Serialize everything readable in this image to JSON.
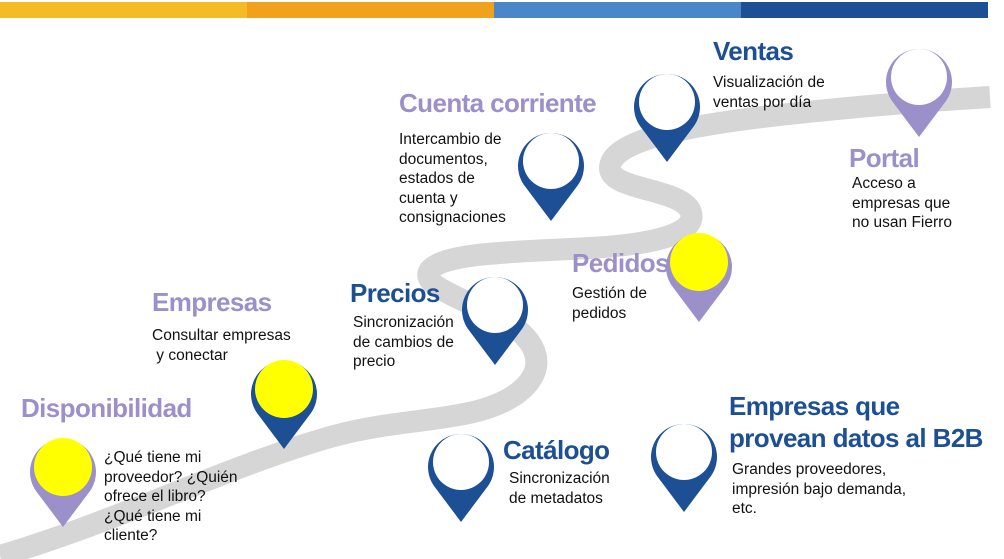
{
  "colors": {
    "bars": [
      "#f5bb26",
      "#f0a21c",
      "#4a86c8",
      "#1d4f94"
    ],
    "road": "#d6d6d6",
    "pin_dark": "#1d4f94",
    "pin_light": "#9b90c9",
    "pin_fill": "#ffff00"
  },
  "milestones": {
    "disponibilidad": {
      "title": "Disponibilidad",
      "desc": "¿Qué tiene mi\nproveedor? ¿Quién\nofrece el libro?\n¿Qué tiene mi\ncliente?"
    },
    "empresas": {
      "title": "Empresas",
      "desc": "Consultar empresas\n y conectar"
    },
    "precios": {
      "title": "Precios",
      "desc": "Sincronización\nde cambios de\nprecio"
    },
    "catalogo": {
      "title": "Catálogo",
      "desc": "Sincronización\nde metadatos"
    },
    "cuenta": {
      "title": "Cuenta corriente",
      "desc": "Intercambio de\ndocumentos,\nestados de\ncuenta y\nconsignaciones"
    },
    "pedidos": {
      "title": "Pedidos",
      "desc": "Gestión de\npedidos"
    },
    "ventas": {
      "title": "Ventas",
      "desc": "Visualización de\nventas por día"
    },
    "portal": {
      "title": "Portal",
      "desc": "Acceso a\nempresas que\nno usan Fierro"
    },
    "b2b": {
      "title": "Empresas que\nprovean datos al B2B",
      "desc": "Grandes proveedores,\nimpresión bajo demanda,\netc."
    }
  }
}
